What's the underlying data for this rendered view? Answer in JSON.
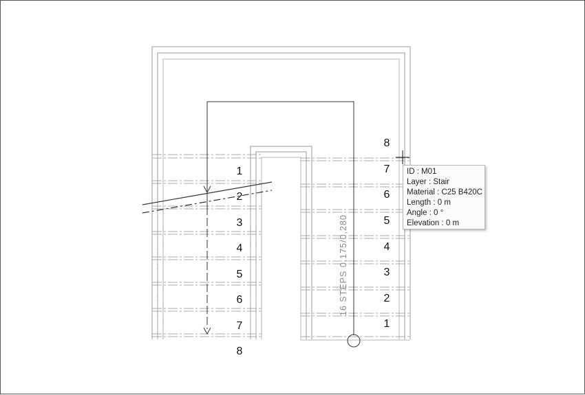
{
  "left_flight_numbers": [
    "1",
    "2",
    "3",
    "4",
    "5",
    "6",
    "7",
    "8"
  ],
  "right_flight_numbers": [
    "8",
    "7",
    "6",
    "5",
    "4",
    "3",
    "2",
    "1"
  ],
  "annotation": "16 STEPS 0,175/0,280",
  "tooltip": {
    "id": "ID : M01",
    "layer": "Layer : Stair",
    "material": "Material : C25 B420C",
    "length": "Length : 0 m",
    "angle": "Angle : 0 °",
    "elevation": "Elevation : 0 m"
  }
}
